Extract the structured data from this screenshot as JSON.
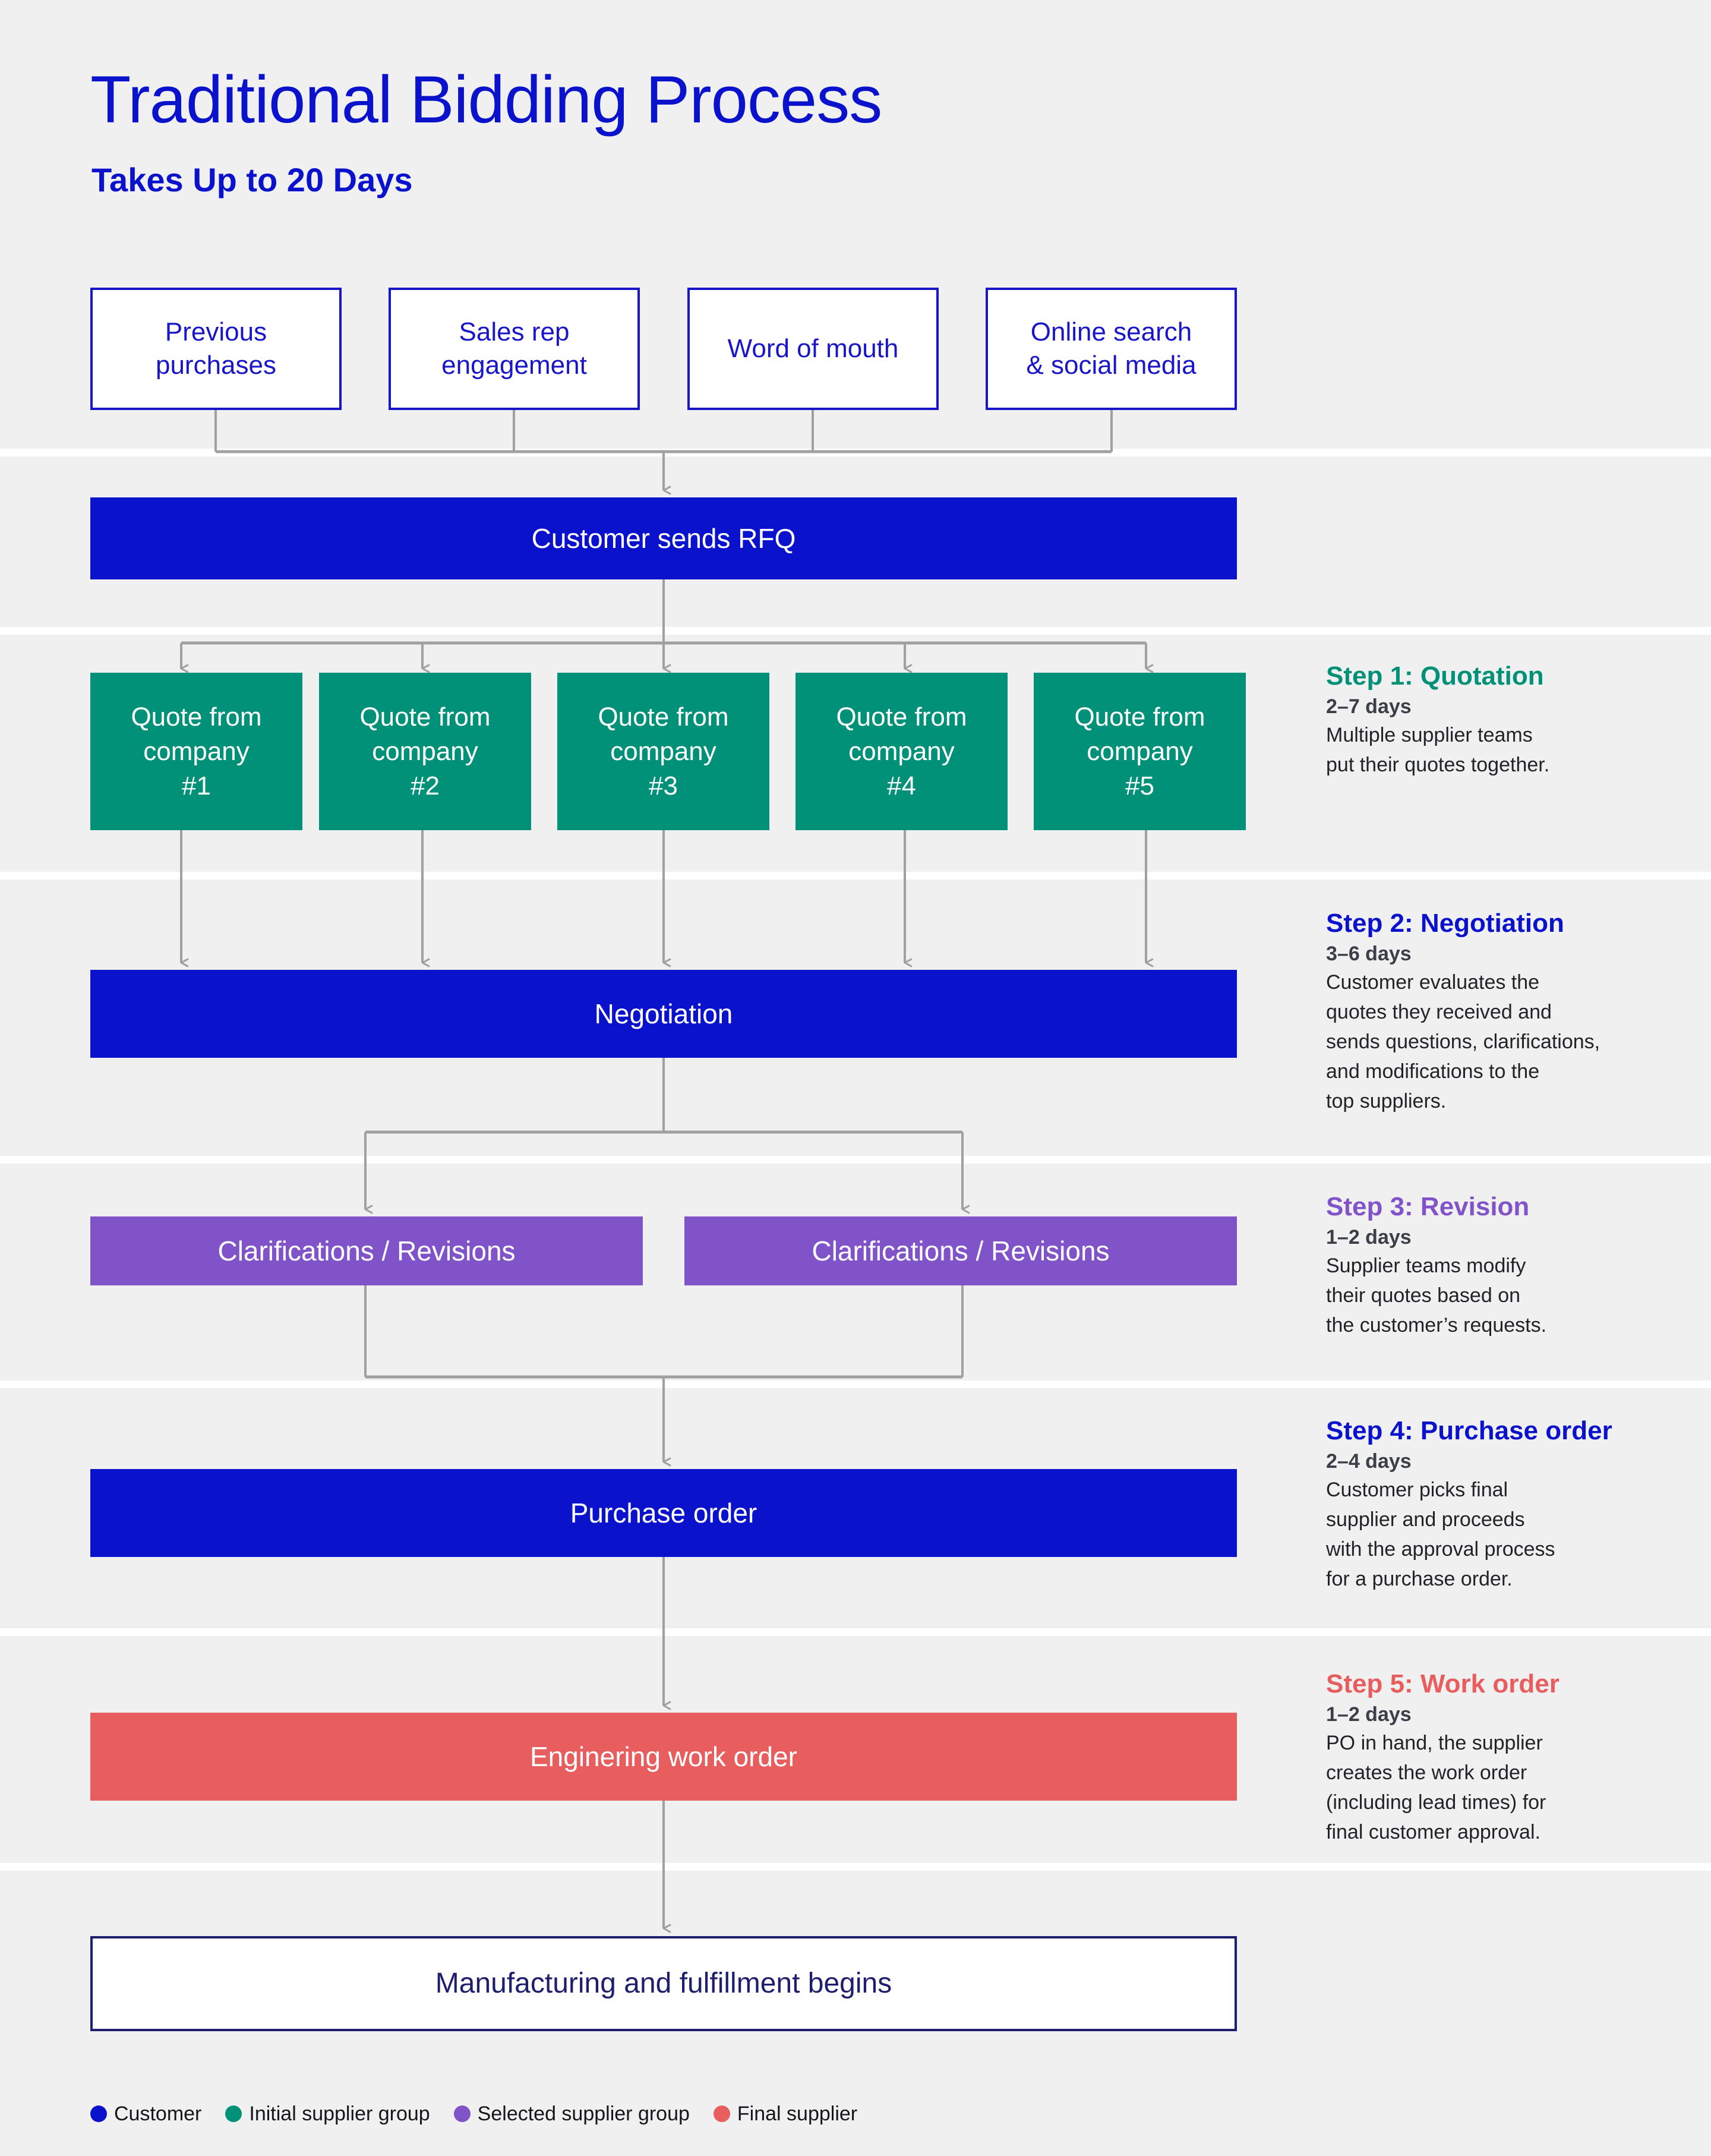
{
  "header": {
    "title": "Traditional Bidding Process",
    "subtitle": "Takes Up to 20 Days",
    "title_color": "#0b12cc"
  },
  "colors": {
    "background": "#f0f0f0",
    "separator": "#ffffff",
    "customer_blue": "#0b12cc",
    "supplier_green": "#009178",
    "selected_purple": "#8153c9",
    "final_red": "#e85d5d",
    "final_box_border": "#1e1e6e",
    "wire_gray": "#a0a0a0"
  },
  "sources": [
    {
      "label": "Previous\npurchases"
    },
    {
      "label": "Sales rep\nengagement"
    },
    {
      "label": "Word of mouth"
    },
    {
      "label": "Online search\n& social media"
    }
  ],
  "flow": {
    "rfq": "Customer sends RFQ",
    "quotes": [
      "Quote from\ncompany\n#1",
      "Quote from\ncompany\n#2",
      "Quote from\ncompany\n#3",
      "Quote from\ncompany\n#4",
      "Quote from\ncompany\n#5"
    ],
    "negotiation": "Negotiation",
    "revisions": [
      "Clarifications / Revisions",
      "Clarifications / Revisions"
    ],
    "purchase_order": "Purchase order",
    "work_order": "Enginering work order",
    "manufacturing": "Manufacturing and fulfillment begins"
  },
  "steps": [
    {
      "heading": "Step 1: Quotation",
      "duration": "2–7 days",
      "body": "Multiple supplier teams\nput their quotes together.",
      "color": "#009178"
    },
    {
      "heading": "Step 2: Negotiation",
      "duration": "3–6 days",
      "body": "Customer evaluates the\nquotes they received and\nsends questions, clarifications,\nand modifications to the\ntop suppliers.",
      "color": "#0b12cc"
    },
    {
      "heading": "Step 3: Revision",
      "duration": "1–2 days",
      "body": "Supplier teams modify\ntheir quotes based on\nthe customer’s requests.",
      "color": "#8153c9"
    },
    {
      "heading": "Step 4: Purchase order",
      "duration": "2–4 days",
      "body": "Customer picks final\nsupplier and proceeds\nwith the approval process\nfor a purchase order.",
      "color": "#0b12cc"
    },
    {
      "heading": "Step 5: Work order",
      "duration": "1–2 days",
      "body": "PO in hand, the supplier\ncreates the work order\n(including lead times) for\nfinal customer approval.",
      "color": "#e85d5d"
    }
  ],
  "legend": [
    {
      "label": "Customer",
      "color": "#0b12cc"
    },
    {
      "label": "Initial supplier group",
      "color": "#009178"
    },
    {
      "label": "Selected supplier group",
      "color": "#8153c9"
    },
    {
      "label": "Final supplier",
      "color": "#e85d5d"
    }
  ]
}
